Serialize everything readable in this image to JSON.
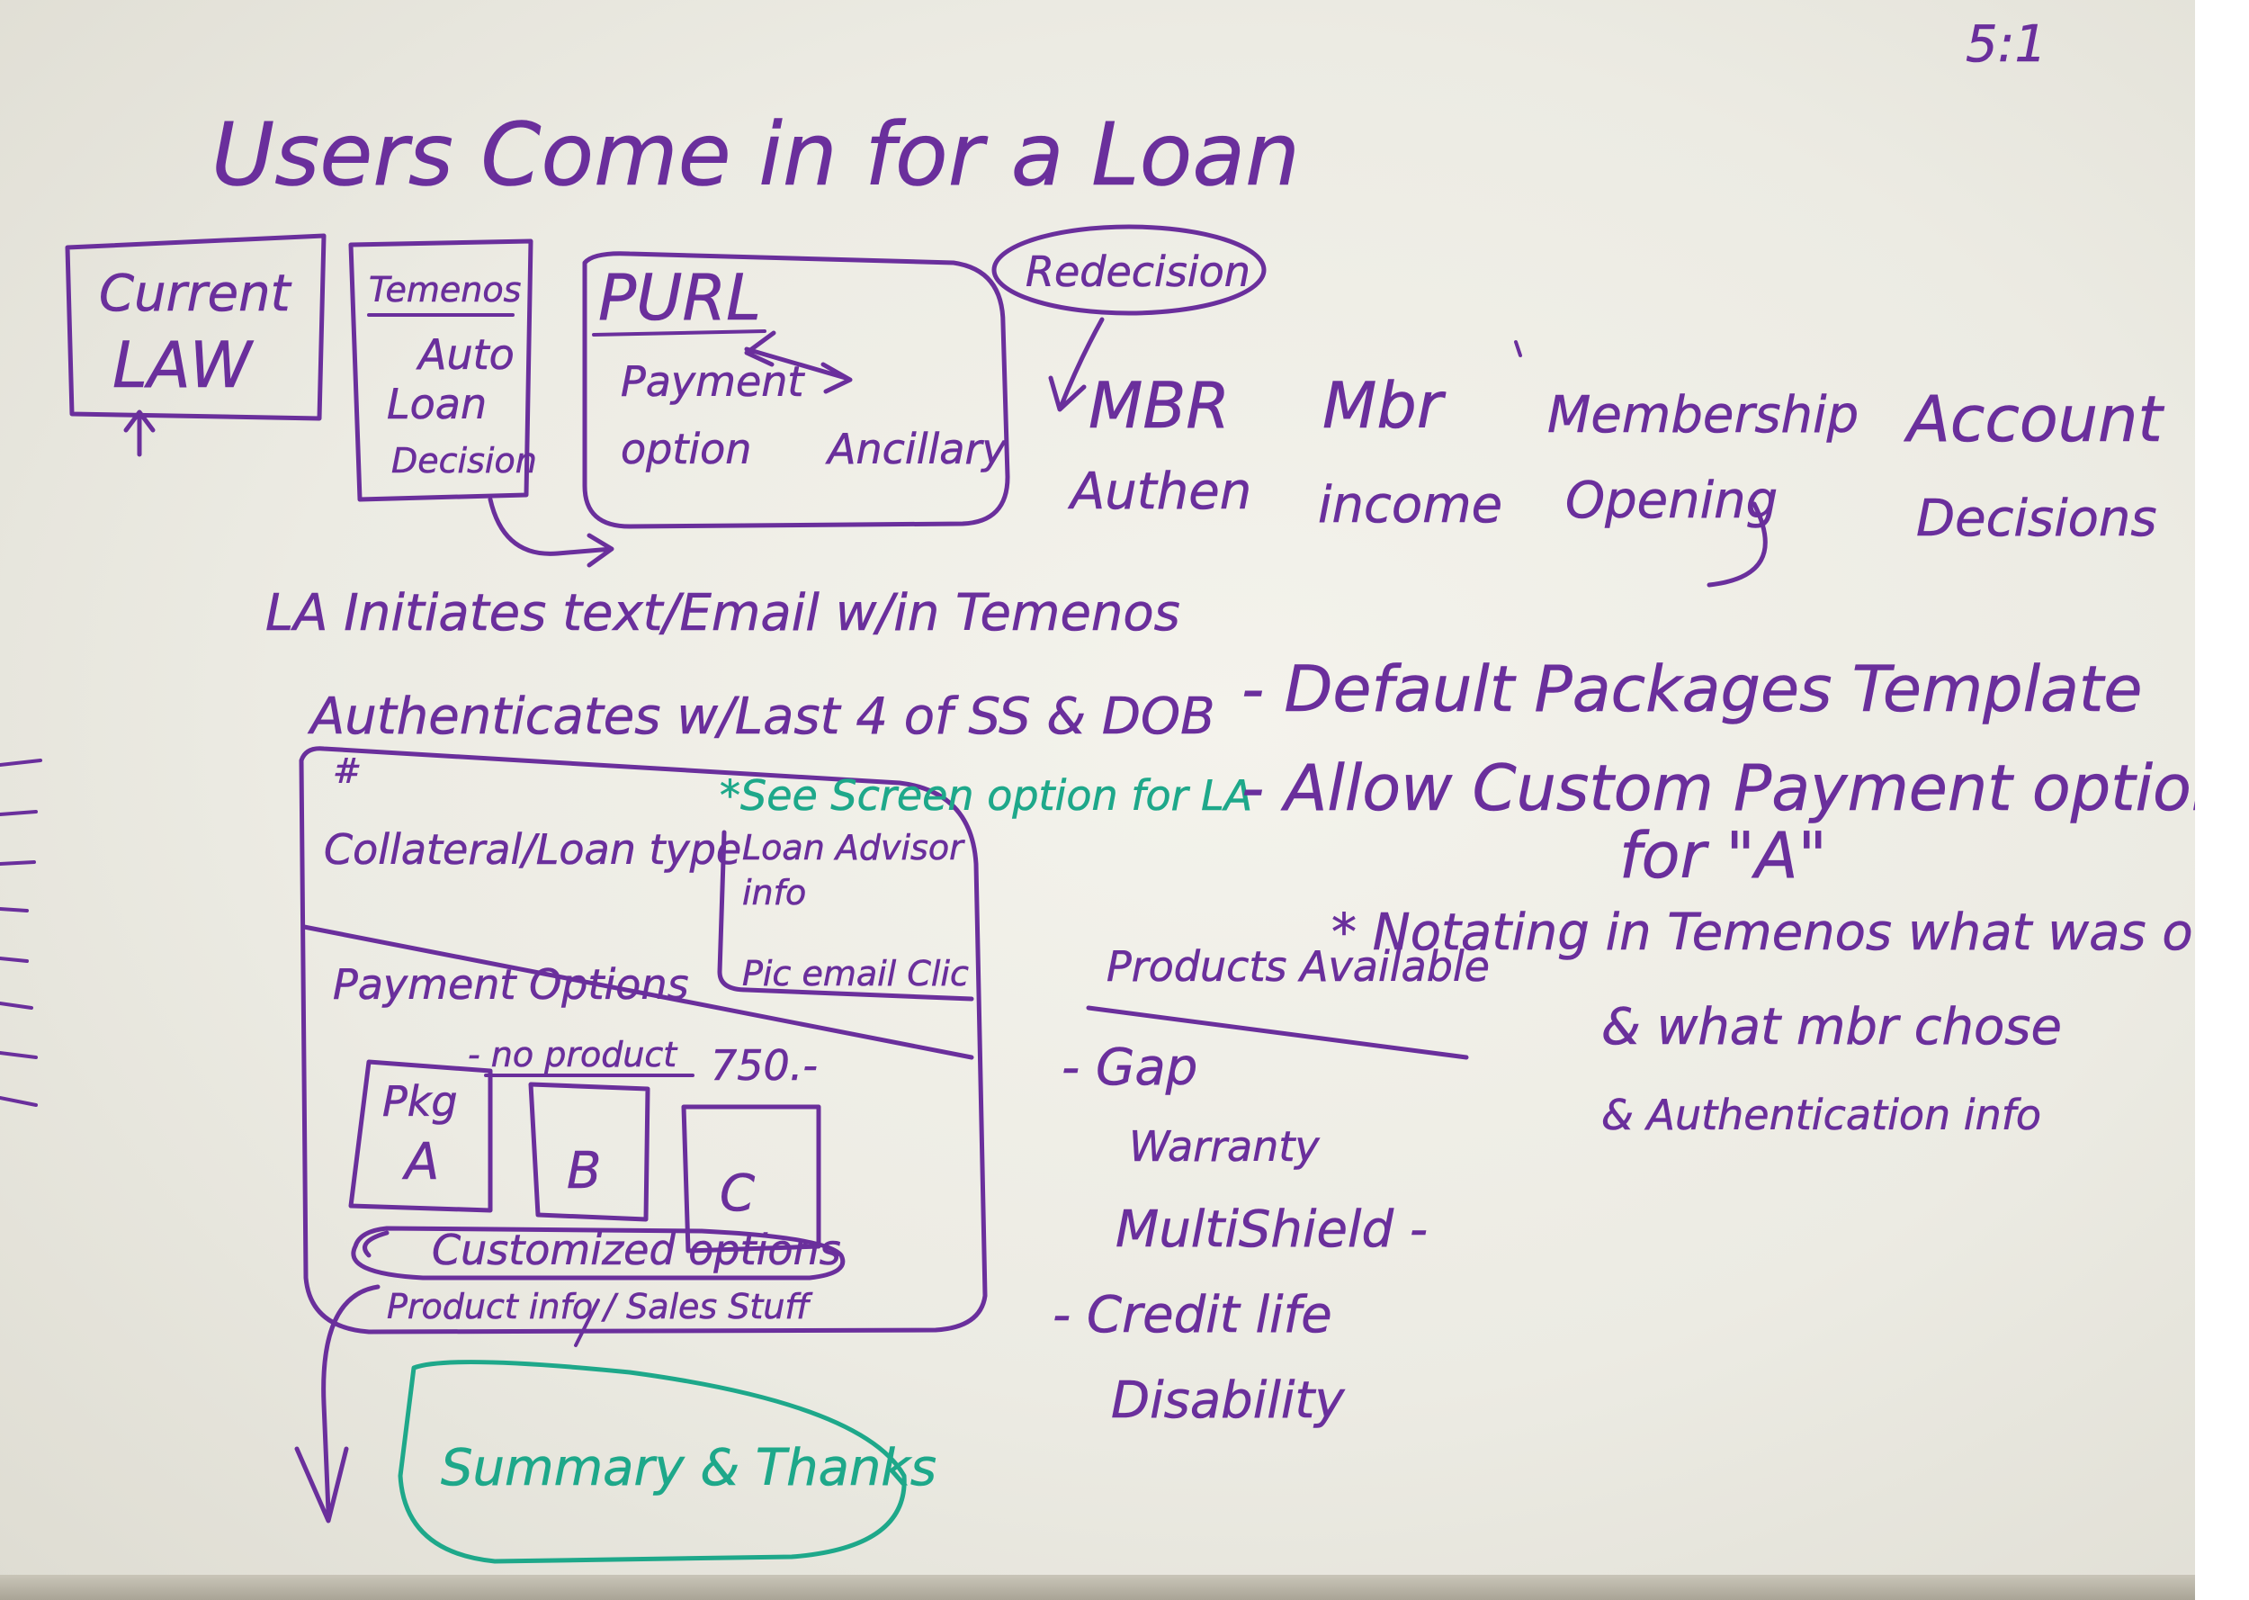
{
  "page_number": "5:1",
  "title": "Users Come in for a Loan",
  "flow": {
    "current_law": [
      "Current",
      "LAW"
    ],
    "temenos": {
      "header": "Temenos",
      "lines": [
        "Auto",
        "Loan",
        "Decision"
      ]
    },
    "purl": {
      "header": "PURL",
      "payment": [
        "Payment",
        "option"
      ],
      "ancillary": "Ancillary"
    },
    "redecision": "Redecision"
  },
  "steps": [
    {
      "lines": [
        "MBR",
        "Authen"
      ]
    },
    {
      "lines": [
        "Mbr",
        "income"
      ]
    },
    {
      "lines": [
        "Membership",
        "Opening"
      ]
    },
    {
      "lines": [
        "Account",
        "Decisions"
      ]
    }
  ],
  "initiation": [
    "LA Initiates text/Email w/in Temenos",
    "Authenticates w/Last 4 of SS & DOB"
  ],
  "screen_note": "*See Screen option for LA",
  "screen": {
    "marker": "#",
    "collateral": "Collateral/Loan type",
    "advisor": [
      "Loan Advisor",
      "info",
      "Pic email Clic"
    ],
    "payment_options": "Payment Options",
    "no_product": "- no product",
    "amount": "750.-",
    "packages": [
      {
        "lines": [
          "Pkg",
          "A"
        ]
      },
      {
        "lines": [
          "B"
        ]
      },
      {
        "lines": [
          "C"
        ]
      }
    ],
    "customized": "Customized options",
    "product_info": "Product info / Sales Stuff"
  },
  "summary": "Summary & Thanks",
  "notes": [
    "- Default Packages Template",
    "- Allow Custom Payment option",
    "for \"A\""
  ],
  "notate": [
    "* Notating in Temenos what was offered",
    "& what mbr chose",
    "& Authentication info"
  ],
  "products": {
    "header": "Products Available",
    "items": [
      "- Gap",
      "Warranty",
      "MultiShield -",
      "- Credit life",
      "Disability"
    ]
  },
  "colors": {
    "purple_ink": "#6a2f9c",
    "teal_ink": "#1ea88a",
    "board": "#eeede6"
  }
}
